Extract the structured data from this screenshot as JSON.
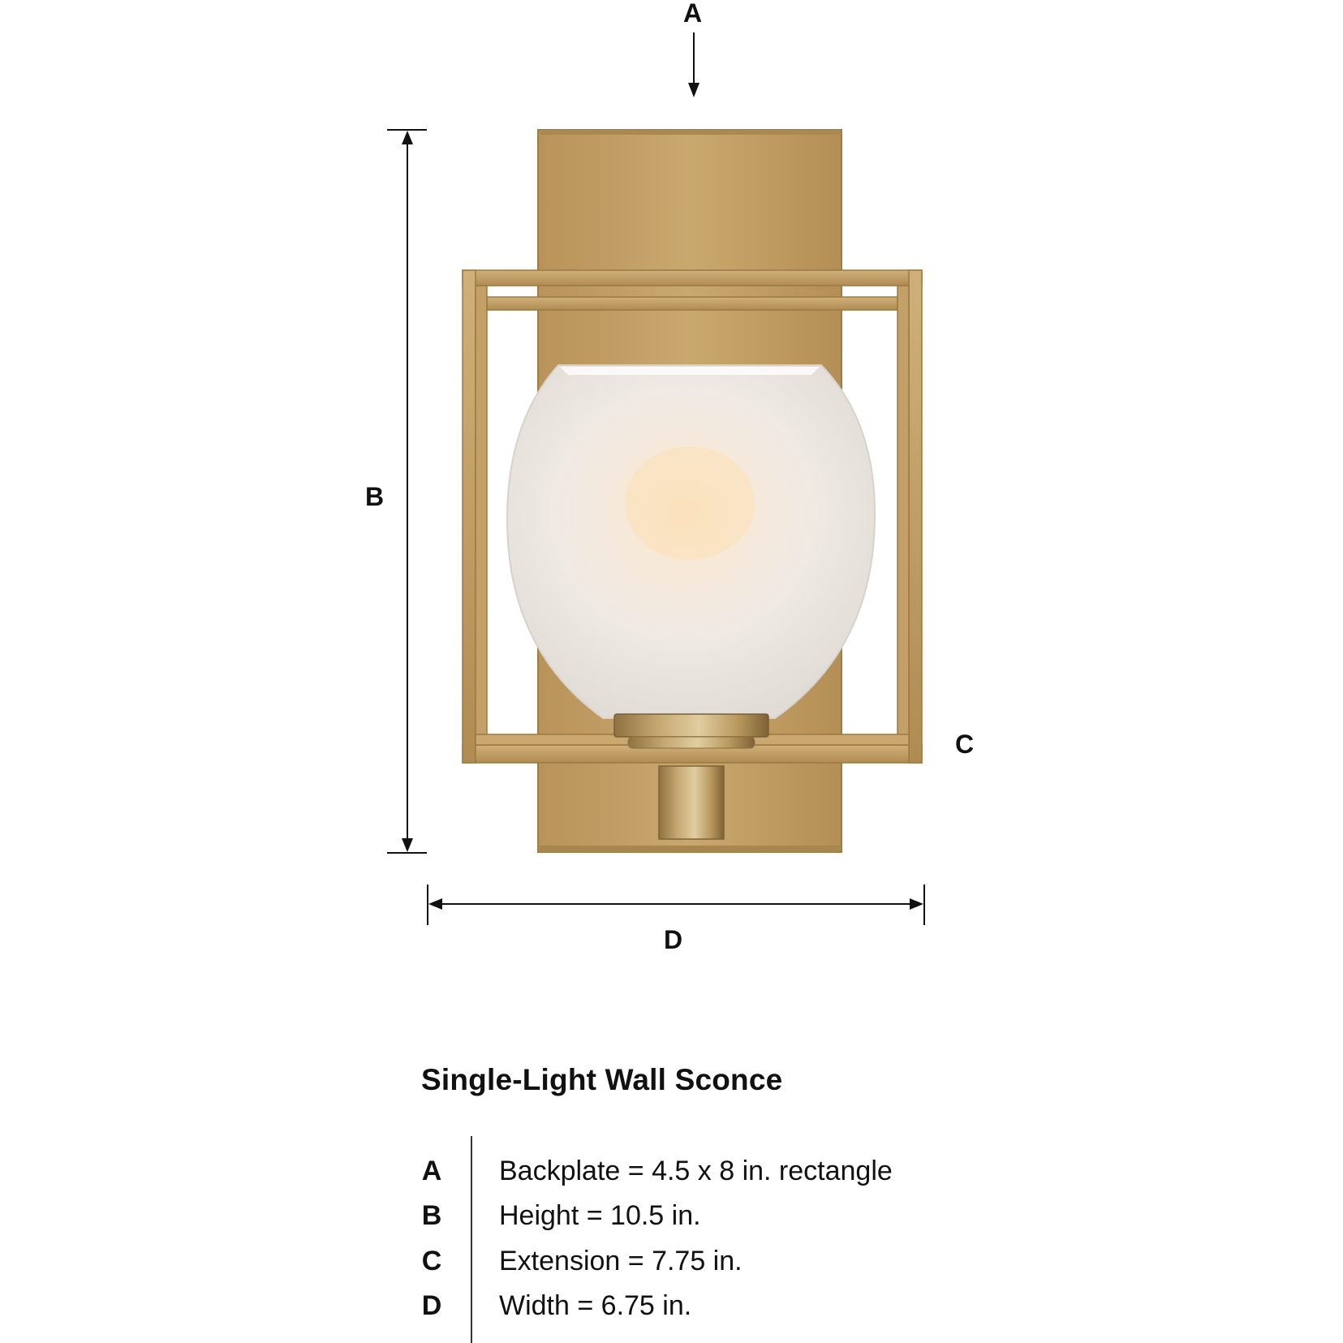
{
  "diagram": {
    "labels": {
      "a": "A",
      "b": "B",
      "c": "C",
      "d": "D"
    },
    "colors": {
      "brass": "#c3a065",
      "brass_dark": "#a8854a",
      "brass_light": "#d9bd86",
      "glass": "#f2ede8",
      "glow": "#f8dcb4",
      "line": "#111111"
    }
  },
  "specs": {
    "title": "Single-Light Wall Sconce",
    "rows": [
      {
        "key": "A",
        "value": "Backplate = 4.5 x 8 in. rectangle"
      },
      {
        "key": "B",
        "value": "Height = 10.5 in."
      },
      {
        "key": "C",
        "value": "Extension = 7.75 in."
      },
      {
        "key": "D",
        "value": "Width = 6.75 in."
      }
    ]
  }
}
